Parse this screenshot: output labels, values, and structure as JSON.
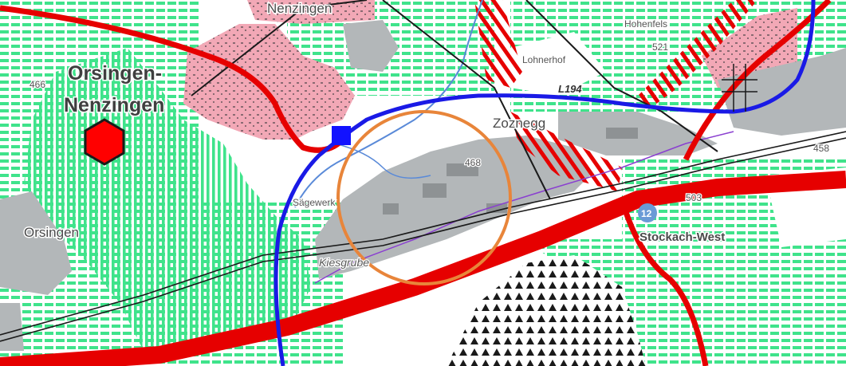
{
  "map": {
    "places": {
      "nenzingen_top": "Nenzingen",
      "orsingen_nenzingen_line1": "Orsingen-",
      "orsingen_nenzingen_line2": "Nenzingen",
      "orsingen": "Orsingen",
      "hohenfels": "Hohenfels",
      "lohnerhof": "Lohnerhof",
      "zoznegg": "Zoznegg",
      "sagewerk": "Sägewerk",
      "kiesgrube": "Kiesgrube",
      "stockach_west": "Stockach-West"
    },
    "road_label": "L194",
    "junction_number": "12",
    "elevations": {
      "e466": "466",
      "e521": "521",
      "e468": "468",
      "e503": "503",
      "e458": "458"
    },
    "colors": {
      "hatch_green": "#3fe38b",
      "settlement_pink": "#f2a8b6",
      "industry_grey": "#b3b7b9",
      "main_road_red": "#e60000",
      "route_blue": "#1a1ae6",
      "marker_blue": "#1212ff",
      "focus_circle_orange": "#e8853a",
      "hexagon_red": "#ff0000",
      "river_blue": "#5a8ad8"
    },
    "icons": {
      "regional_center": "red-hexagon-icon",
      "node_marker": "blue-square-icon",
      "study_area": "orange-circle-icon",
      "junction": "motorway-junction-icon"
    }
  }
}
